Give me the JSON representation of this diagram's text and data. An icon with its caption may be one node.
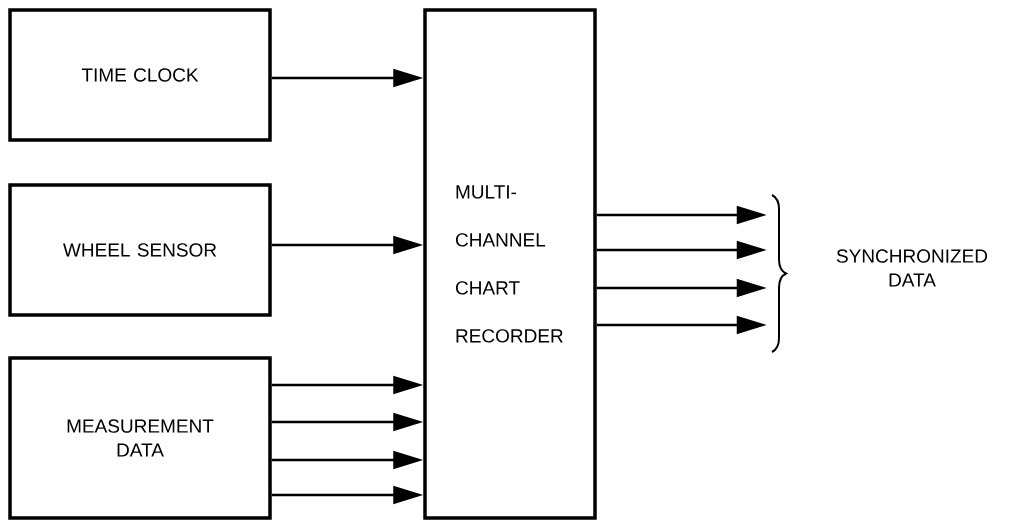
{
  "diagram": {
    "nodes": [
      {
        "text": [
          "TIME CLOCK"
        ]
      },
      {
        "text": [
          "WHEEL SENSOR"
        ]
      },
      {
        "text": [
          "MEASUREMENT DATA"
        ]
      },
      {
        "text": [
          "MULTI- CHANNEL CHART RECORDER"
        ]
      }
    ],
    "edges": [
      {
        "from": 0,
        "to": 3,
        "arrow": "to"
      },
      {
        "from": 1,
        "to": 3,
        "arrow": "to"
      },
      {
        "from": 2,
        "to": 3,
        "arrow": "to"
      },
      {
        "from": 2,
        "to": 3,
        "arrow": "to"
      },
      {
        "from": 2,
        "to": 3,
        "arrow": "to"
      },
      {
        "from": 2,
        "to": 3,
        "arrow": "to"
      },
      {
        "from": 3,
        "to": null,
        "arrow": "to"
      },
      {
        "from": 3,
        "to": null,
        "arrow": "to"
      },
      {
        "from": 3,
        "to": null,
        "arrow": "to"
      },
      {
        "from": 3,
        "to": null,
        "arrow": "to"
      }
    ],
    "labels": [
      "SYNCHRONIZED DATA"
    ]
  }
}
